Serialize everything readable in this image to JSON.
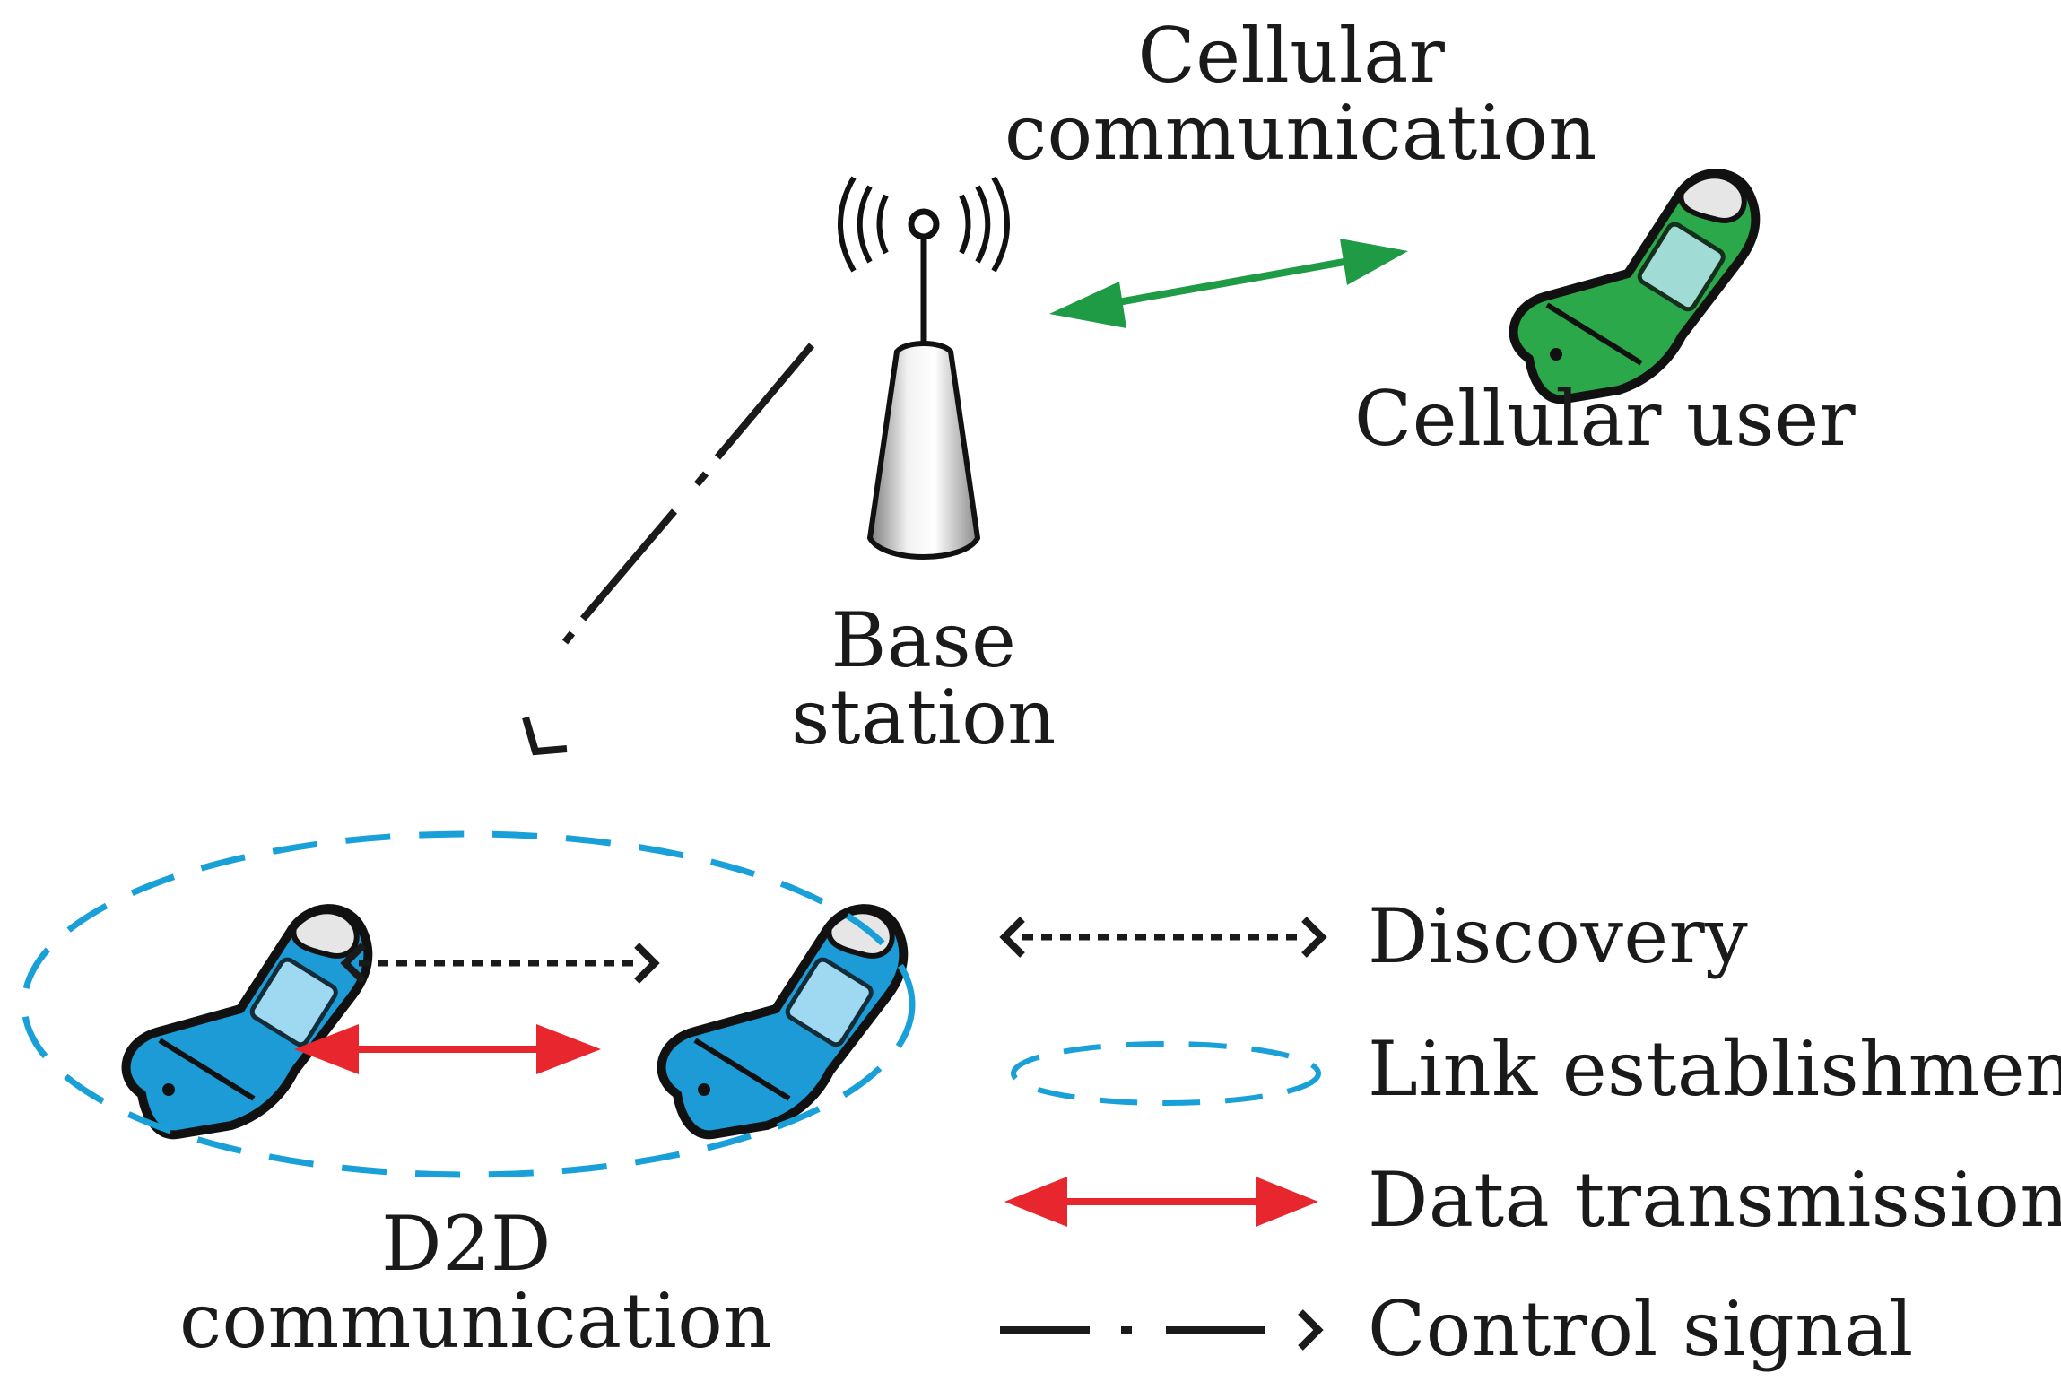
{
  "labels": {
    "cellular_communication_l1": "Cellular",
    "cellular_communication_l2": "communication",
    "cellular_user": "Cellular user",
    "base_station_l1": "Base",
    "base_station_l2": "station",
    "d2d_l1": "D2D",
    "d2d_l2": "communication"
  },
  "legend": [
    {
      "label": "Discovery",
      "icon": "dotted-double-arrow",
      "color": "#1a1a1a"
    },
    {
      "label": "Link establishment",
      "icon": "dashed-ellipse",
      "color": "#1aa0d8"
    },
    {
      "label": "Data transmission",
      "icon": "solid-double-arrow",
      "color": "#e8262d"
    },
    {
      "label": "Control signal",
      "icon": "dash-dot-arrow",
      "color": "#1a1a1a"
    }
  ],
  "colors": {
    "cellular_link": "#1f9a45",
    "d2d_data": "#e8262d",
    "link_establishment": "#1aa0d8",
    "control_signal": "#1a1a1a",
    "phone_cellular": "#2aa84a",
    "phone_d2d": "#1c9bd6"
  }
}
